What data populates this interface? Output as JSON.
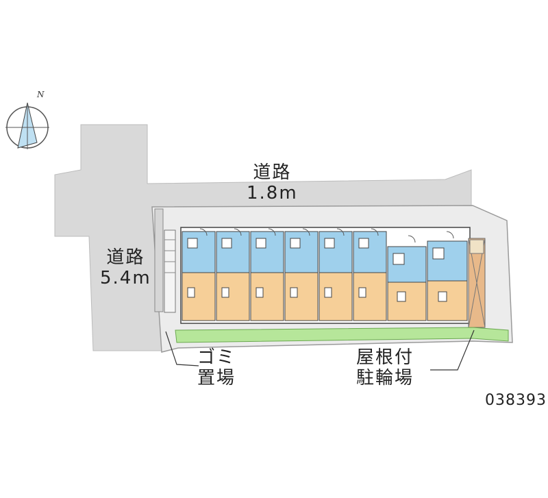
{
  "compass": {
    "north_label": "N",
    "icon": "north-arrow-icon"
  },
  "roads": {
    "top": {
      "name": "道路",
      "width": "1.8m"
    },
    "left": {
      "name": "道路",
      "width": "5.4m"
    }
  },
  "callouts": {
    "garbage": {
      "line1": "ゴミ",
      "line2": "置場"
    },
    "bicycle": {
      "line1": "屋根付",
      "line2": "駐輪場"
    }
  },
  "property_id": "038393",
  "units": {
    "count": 8
  },
  "colors": {
    "road": "#d9d9d9",
    "site": "#ececec",
    "unit_floor": "#f6cf98",
    "unit_wet": "#9fd0ec",
    "green_strip": "#b6e69a",
    "bike_parking": "#e8b98a"
  }
}
